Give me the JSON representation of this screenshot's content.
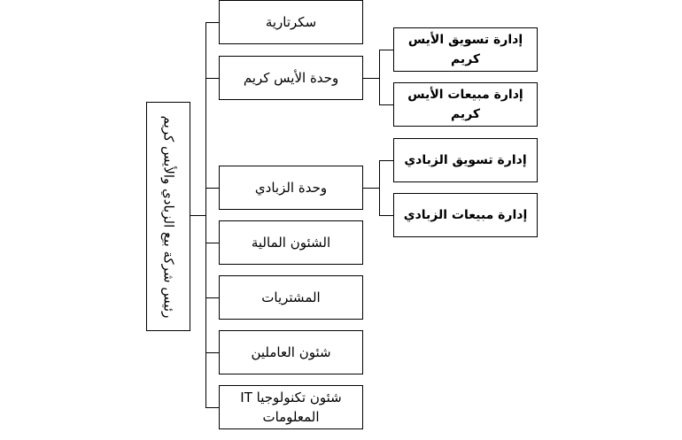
{
  "root": {
    "label": "رئيس شركة بيع الزبادي والأيس كريم"
  },
  "departments": [
    {
      "label": "سكرتارية"
    },
    {
      "label": "وحدة الأيس كريم"
    },
    {
      "label": "وحدة الزبادي"
    },
    {
      "label": "الشئون المالية"
    },
    {
      "label": "المشتريات"
    },
    {
      "label": "شئون العاملين"
    },
    {
      "label": "شئون تكنولوجيا IT المعلومات"
    }
  ],
  "ice_cream_units": [
    {
      "label": "إدارة تسويق الأيس كريم"
    },
    {
      "label": "إدارة مبيعات الأيس كريم"
    }
  ],
  "yogurt_units": [
    {
      "label": "إدارة تسويق الزبادي"
    },
    {
      "label": "إدارة مبيعات الزبادي"
    }
  ]
}
